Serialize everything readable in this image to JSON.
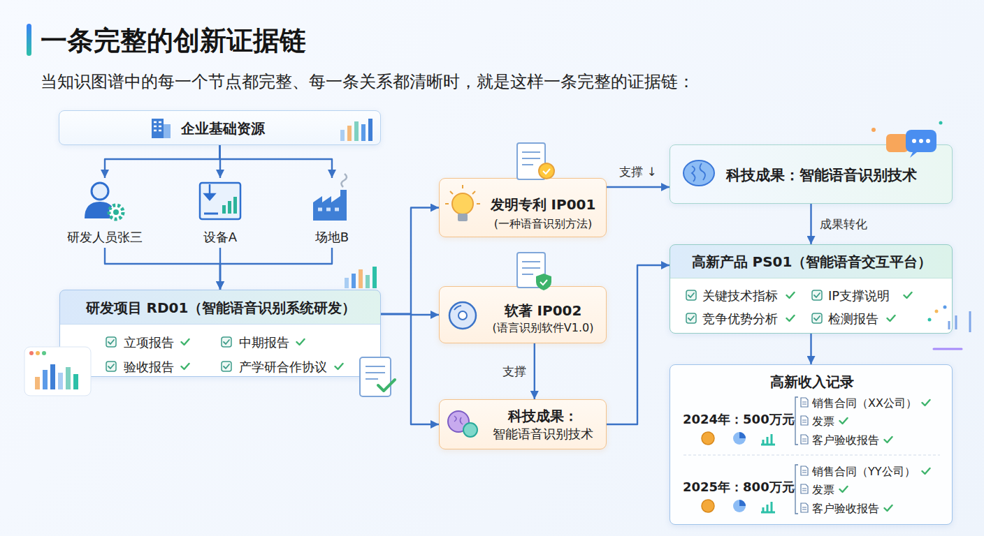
{
  "diagram": {
    "title": "一条完整的创新证据链",
    "nodes": [
      {
        "text": [
          "企业基础资源"
        ]
      },
      {
        "text": [
          "研发人员张三"
        ]
      },
      {
        "text": [
          "设备A"
        ]
      },
      {
        "text": [
          "场地B"
        ]
      },
      {
        "text": [
          "研发项目 RD01（智能语音识别系统研发）",
          "立项报告",
          "中期报告",
          "验收报告",
          "产学研合作协议"
        ]
      },
      {
        "text": [
          "发明专利 IP001",
          "(一种语音识别方法)"
        ]
      },
      {
        "text": [
          "软著 IP002",
          "(语言识别软件V1.0)"
        ]
      },
      {
        "text": [
          "科技成果：",
          "智能语音识别技术"
        ]
      },
      {
        "text": [
          "科技成果：智能语音识别技术"
        ]
      },
      {
        "text": [
          "高新产品 PS01（智能语音交互平台）",
          "关键技术指标",
          "IP支撑说明",
          "竞争优势分析",
          "检测报告"
        ]
      },
      {
        "text": [
          "高新收入记录",
          "2024年：500万元",
          "销售合同（XX公司）",
          "发票",
          "客户验收报告",
          "2025年：800万元",
          "销售合同（YY公司）",
          "发票",
          "客户验收报告"
        ]
      }
    ],
    "edges": [
      {
        "from": 0,
        "to": 1,
        "arrow": "to"
      },
      {
        "from": 0,
        "to": 2,
        "arrow": "to"
      },
      {
        "from": 0,
        "to": 3,
        "arrow": "to"
      },
      {
        "from": 1,
        "to": 4,
        "arrow": "to"
      },
      {
        "from": 2,
        "to": 4,
        "arrow": "to"
      },
      {
        "from": 3,
        "to": 4,
        "arrow": "to"
      },
      {
        "from": 4,
        "to": 5,
        "arrow": "to"
      },
      {
        "from": 4,
        "to": 6,
        "arrow": "to"
      },
      {
        "from": 4,
        "to": 7,
        "arrow": "to"
      },
      {
        "from": 5,
        "to": 8,
        "label": "支撑 ↓",
        "arrow": "to"
      },
      {
        "from": 6,
        "to": 7,
        "label": "支撑",
        "arrow": "to"
      },
      {
        "from": 7,
        "to": 9,
        "arrow": "to"
      },
      {
        "from": 8,
        "to": 9,
        "label": "成果转化",
        "arrow": "to"
      },
      {
        "from": 9,
        "to": 10,
        "arrow": "to"
      }
    ],
    "labels": [
      "当知识图谱中的每一个节点都完整、每一条关系都清晰时，就是这样一条完整的证据链："
    ]
  }
}
